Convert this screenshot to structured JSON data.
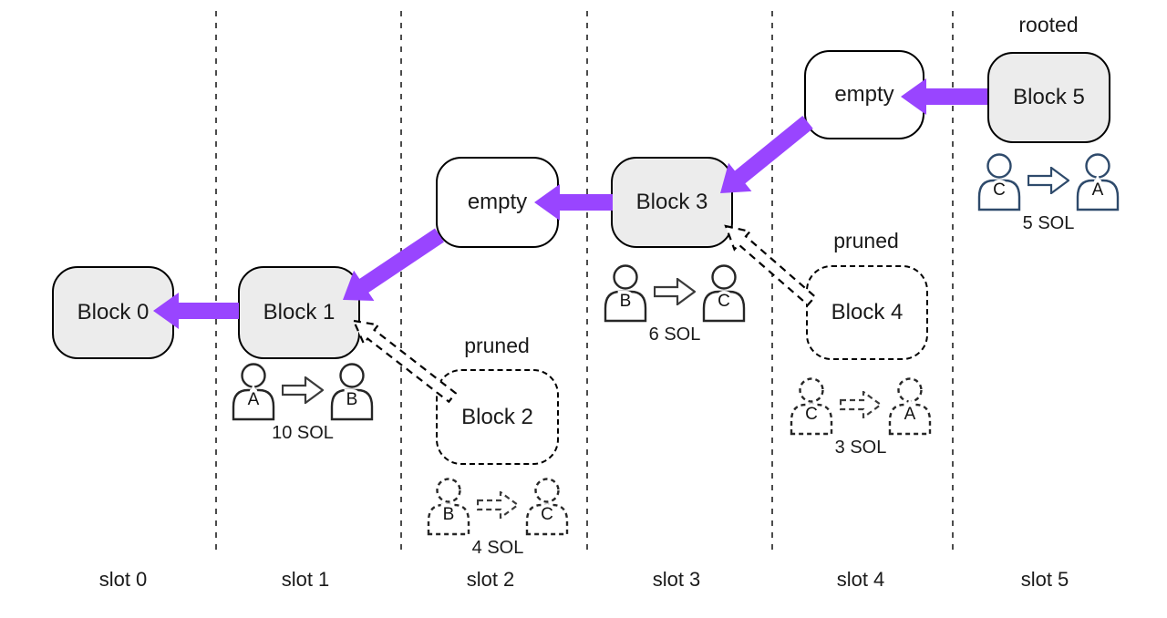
{
  "colors": {
    "purple": "#9945FF",
    "ink": "#1a1a1a",
    "navy": "#2E4A6B",
    "block_fill": "#ECECEC"
  },
  "blocks": [
    {
      "label": "Block 0",
      "slot": 0,
      "style": "filled"
    },
    {
      "label": "Block 1",
      "slot": 1,
      "style": "filled"
    },
    {
      "label": "empty",
      "slot": 2,
      "style": "empty"
    },
    {
      "label": "Block 3",
      "slot": 3,
      "style": "filled"
    },
    {
      "label": "empty",
      "slot": 4,
      "style": "empty"
    },
    {
      "label": "Block 5",
      "slot": 5,
      "style": "filled"
    },
    {
      "label": "Block 2",
      "slot": 2,
      "style": "pruned"
    },
    {
      "label": "Block 4",
      "slot": 4,
      "style": "pruned"
    }
  ],
  "annotations": {
    "rooted": "rooted",
    "pruned_slot2": "pruned",
    "pruned_slot4": "pruned"
  },
  "transfers": [
    {
      "from": "A",
      "to": "B",
      "amount": "10 SOL",
      "style": "solid"
    },
    {
      "from": "B",
      "to": "C",
      "amount": "4 SOL",
      "style": "pruned"
    },
    {
      "from": "B",
      "to": "C",
      "amount": "6 SOL",
      "style": "solid"
    },
    {
      "from": "C",
      "to": "A",
      "amount": "3 SOL",
      "style": "pruned"
    },
    {
      "from": "C",
      "to": "A",
      "amount": "5 SOL",
      "style": "solid-navy"
    }
  ],
  "slots": [
    {
      "label": "slot 0"
    },
    {
      "label": "slot 1"
    },
    {
      "label": "slot 2"
    },
    {
      "label": "slot 3"
    },
    {
      "label": "slot 4"
    },
    {
      "label": "slot 5"
    }
  ]
}
